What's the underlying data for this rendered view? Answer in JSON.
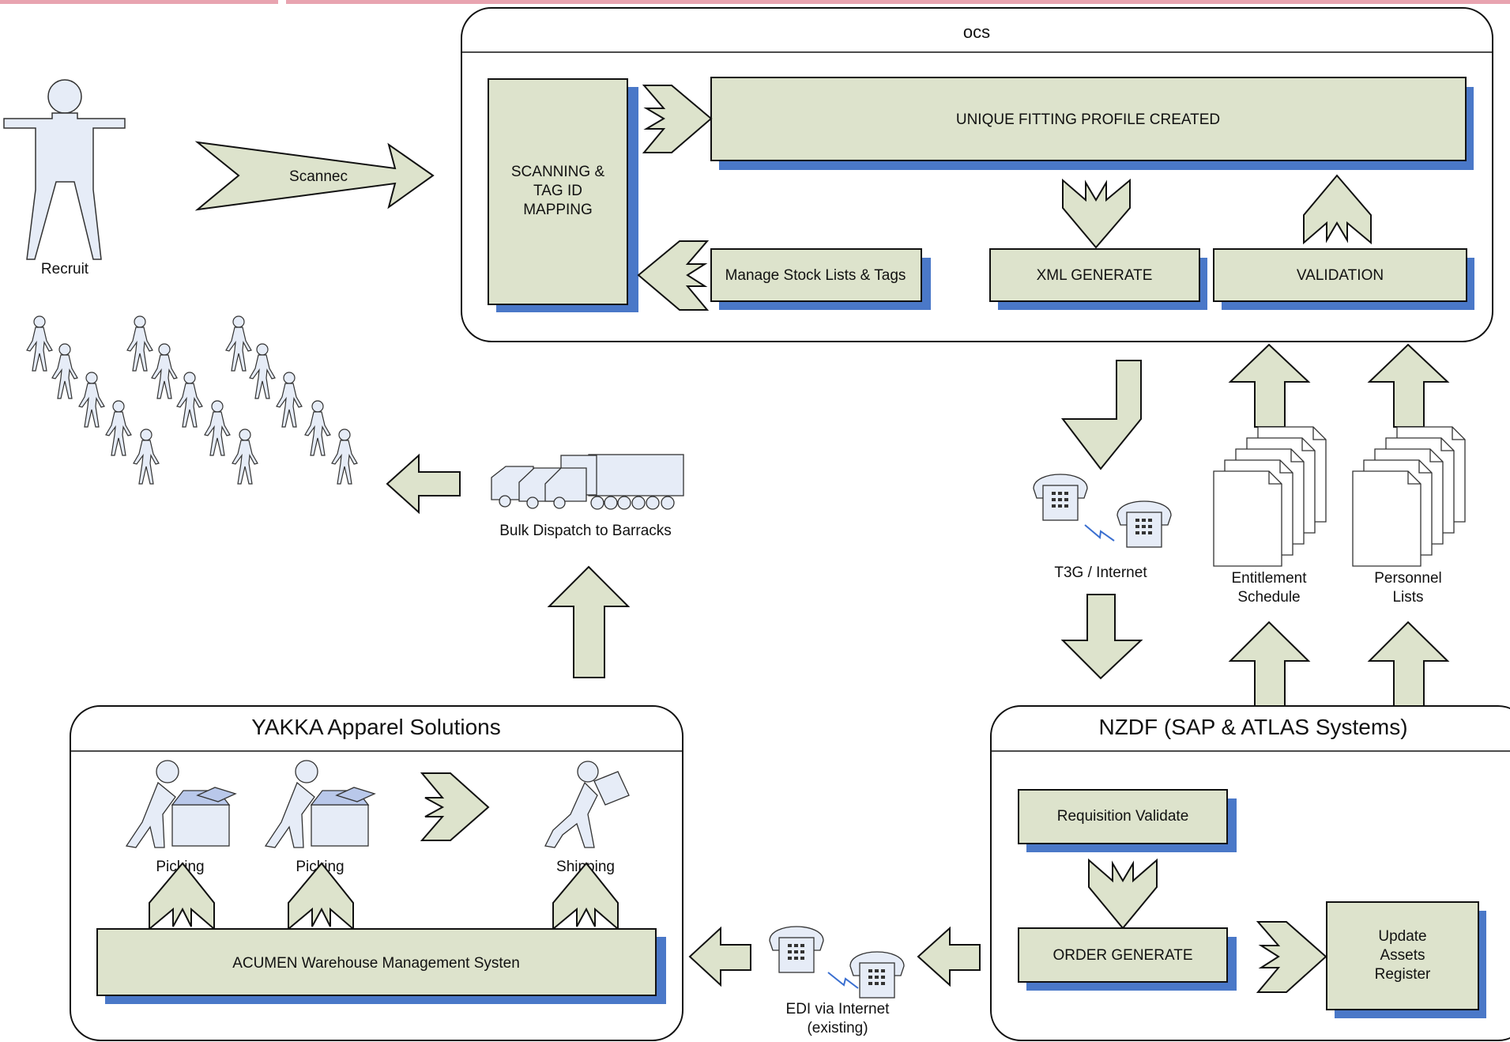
{
  "colors": {
    "box_fill": "#dde3cc",
    "shadow": "#4a78c8",
    "outline": "#111111",
    "person_fill": "#e6ecf7",
    "top_strip": "#e8a4b0"
  },
  "ocs": {
    "title": "ocs",
    "scanning": [
      "SCANNING &",
      "TAG ID",
      "MAPPING"
    ],
    "profile": "UNIQUE FITTING PROFILE CREATED",
    "manage": "Manage Stock Lists & Tags",
    "xml": "XML GENERATE",
    "validation": "VALIDATION"
  },
  "recruit": {
    "label": "Recruit",
    "arrow_label": "Scannec"
  },
  "dispatch": {
    "label": "Bulk Dispatch to Barracks"
  },
  "t3g": {
    "label": "T3G / Internet"
  },
  "entitlement": [
    "Entitlement",
    "Schedule"
  ],
  "personnel": [
    "Personnel",
    "Lists"
  ],
  "yakka": {
    "title": "YAKKA Apparel Solutions",
    "picking1": "Picking",
    "picking2": "Picking",
    "shipping": "Shipping",
    "acumen": "ACUMEN Warehouse Management Systen"
  },
  "nzdf": {
    "title": "NZDF (SAP & ATLAS Systems)",
    "requisition": "Requisition Validate",
    "order": "ORDER GENERATE",
    "update": [
      "Update",
      "Assets",
      "Register"
    ]
  },
  "edi": [
    "EDI via Internet",
    "(existing)"
  ]
}
